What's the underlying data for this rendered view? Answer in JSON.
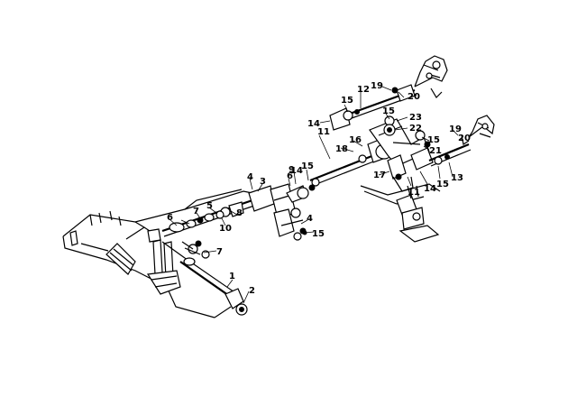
{
  "callouts": [
    {
      "id": "c1",
      "text": "1"
    },
    {
      "id": "c2",
      "text": "2"
    },
    {
      "id": "c3",
      "text": "3"
    },
    {
      "id": "c4a",
      "text": "4"
    },
    {
      "id": "c4b",
      "text": "4"
    },
    {
      "id": "c5",
      "text": "5"
    },
    {
      "id": "c6a",
      "text": "6"
    },
    {
      "id": "c6b",
      "text": "6"
    },
    {
      "id": "c7a",
      "text": "7"
    },
    {
      "id": "c7b",
      "text": "7"
    },
    {
      "id": "c8",
      "text": "8"
    },
    {
      "id": "c9",
      "text": "9"
    },
    {
      "id": "c10",
      "text": "10"
    },
    {
      "id": "c11a",
      "text": "11"
    },
    {
      "id": "c11b",
      "text": "11"
    },
    {
      "id": "c12",
      "text": "12"
    },
    {
      "id": "c13",
      "text": "13"
    },
    {
      "id": "c14a",
      "text": "14"
    },
    {
      "id": "c14b",
      "text": "14"
    },
    {
      "id": "c14c",
      "text": "14"
    },
    {
      "id": "c15a",
      "text": "15"
    },
    {
      "id": "c15b",
      "text": "15"
    },
    {
      "id": "c15c",
      "text": "15"
    },
    {
      "id": "c15d",
      "text": "15"
    },
    {
      "id": "c15e",
      "text": "15"
    },
    {
      "id": "c15f",
      "text": "15"
    },
    {
      "id": "c16",
      "text": "16"
    },
    {
      "id": "c17",
      "text": "17"
    },
    {
      "id": "c18",
      "text": "18"
    },
    {
      "id": "c19a",
      "text": "19"
    },
    {
      "id": "c19b",
      "text": "19"
    },
    {
      "id": "c20a",
      "text": "20"
    },
    {
      "id": "c20b",
      "text": "20"
    },
    {
      "id": "c21",
      "text": "21"
    },
    {
      "id": "c22",
      "text": "22"
    },
    {
      "id": "c23",
      "text": "23"
    }
  ]
}
